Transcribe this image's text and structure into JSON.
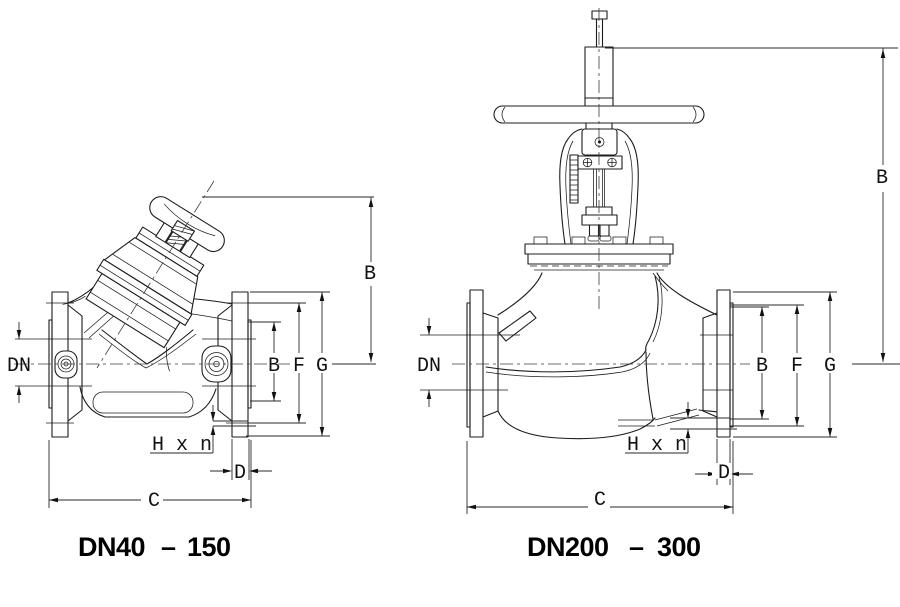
{
  "colors": {
    "background": "#ffffff",
    "line": "#1c1c1c",
    "dimension_line": "#2a2a2a",
    "text": "#111111"
  },
  "drawings": {
    "left": {
      "caption": {
        "from": "DN40",
        "dash": "–",
        "to": "150"
      },
      "labels": {
        "dn": "DN",
        "total_height": "B",
        "bolt_circle": "B",
        "face_diameter": "F",
        "flange_diameter": "G",
        "bolt_holes": "H x n",
        "flange_thickness": "D",
        "face_to_face": "C"
      }
    },
    "right": {
      "caption": {
        "from": "DN200",
        "dash": "–",
        "to": "300"
      },
      "labels": {
        "dn": "DN",
        "total_height": "B",
        "bolt_circle": "B",
        "face_diameter": "F",
        "flange_diameter": "G",
        "bolt_holes": "H x n",
        "flange_thickness": "D",
        "face_to_face": "C"
      }
    }
  }
}
